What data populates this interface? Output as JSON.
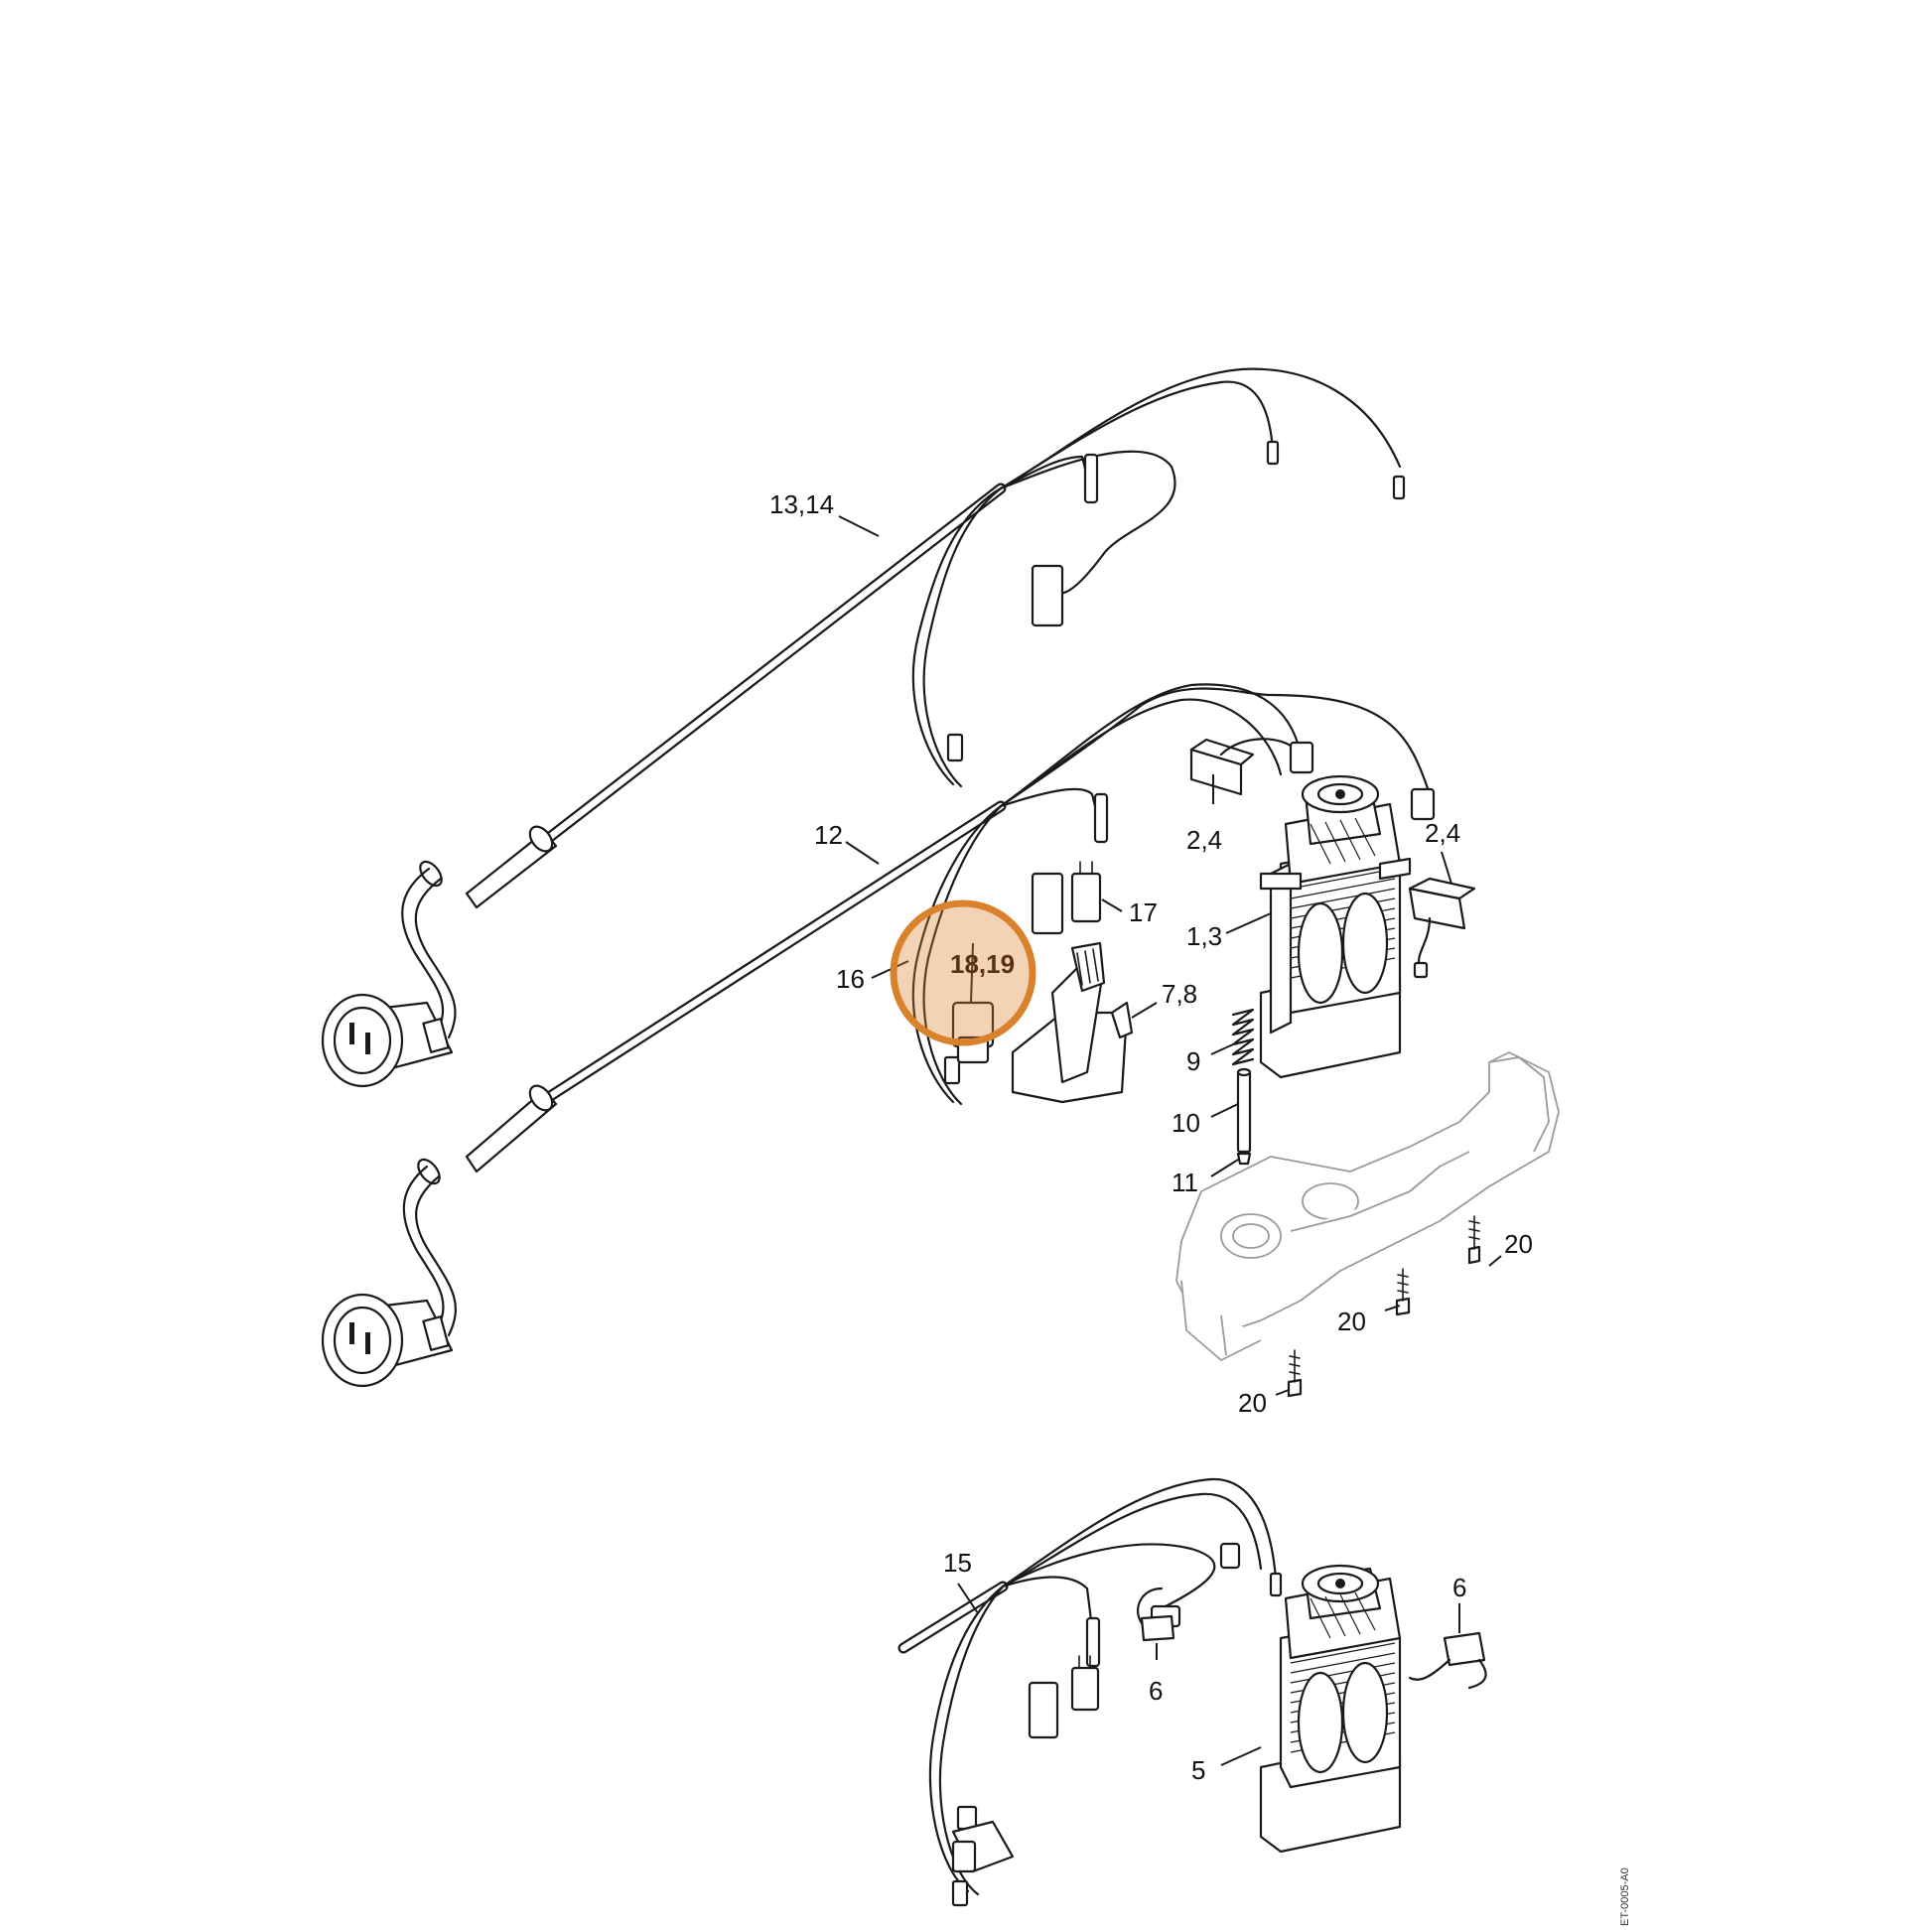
{
  "diagram": {
    "labels": {
      "l_13_14": "13,14",
      "l_12": "12",
      "l_2_4_a": "2,4",
      "l_2_4_b": "2,4",
      "l_17": "17",
      "l_1_3": "1,3",
      "l_18_19": "18,19",
      "l_16": "16",
      "l_7_8": "7,8",
      "l_9": "9",
      "l_10": "10",
      "l_11": "11",
      "l_20_a": "20",
      "l_20_b": "20",
      "l_20_c": "20",
      "l_15": "15",
      "l_6_a": "6",
      "l_6_b": "6",
      "l_5": "5"
    },
    "drawing_code": "ET-0005-A0",
    "highlight_color": "#d9822b"
  }
}
